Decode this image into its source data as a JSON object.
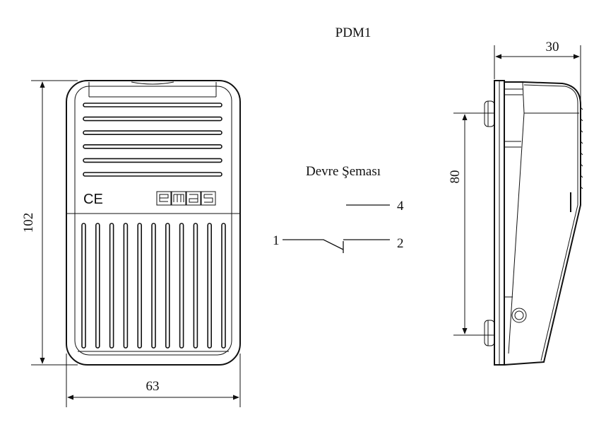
{
  "diagram": {
    "title": "PDM1",
    "schematic": {
      "title": "Devre Şeması",
      "terminals": [
        "1",
        "2",
        "4"
      ]
    },
    "dimensions": {
      "height": "102",
      "width": "63",
      "depth": "30",
      "mount_spacing": "80"
    },
    "marks": {
      "ce": "CE",
      "brand": "emas"
    },
    "front_view": {
      "top_slats": 6,
      "bottom_slots": 11
    }
  }
}
